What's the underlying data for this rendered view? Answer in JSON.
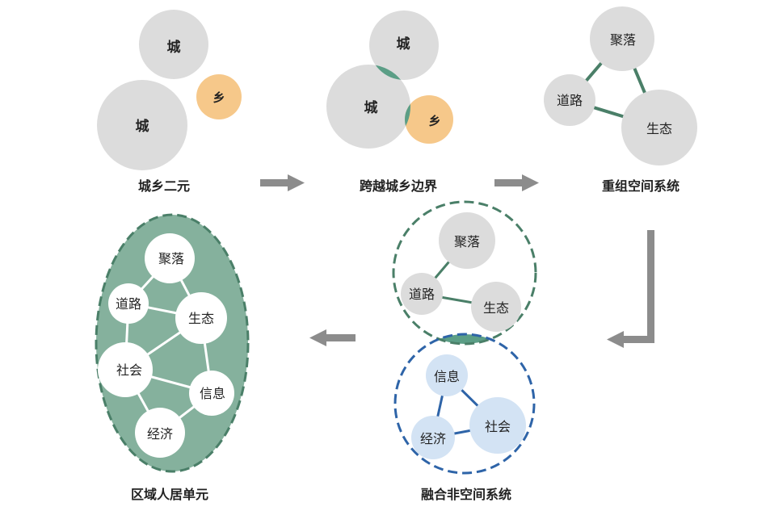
{
  "panel1": {
    "caption": "城乡二元",
    "city_top": "城",
    "city_big": "城",
    "village": "乡"
  },
  "panel2": {
    "caption": "跨越城乡边界",
    "city_top": "城",
    "city_big": "城",
    "village": "乡"
  },
  "panel3": {
    "caption": "重组空间系统",
    "settlement": "聚落",
    "road": "道路",
    "ecology": "生态"
  },
  "panel4": {
    "caption": "融合非空间系统",
    "settlement": "聚落",
    "road": "道路",
    "ecology": "生态",
    "information": "信息",
    "economy": "经济",
    "society": "社会"
  },
  "panel5": {
    "caption": "区域人居单元",
    "settlement": "聚落",
    "road": "道路",
    "ecology": "生态",
    "society": "社会",
    "information": "信息",
    "economy": "经济"
  },
  "colors": {
    "gray_circle": "#dcdcdc",
    "orange": "#f6c88a",
    "green": "#5b9e86",
    "green_fill": "#85b19d",
    "green_dashed": "#4a7f68",
    "blue_dashed": "#2e64a8",
    "blue_circle": "#d3e3f4",
    "arrow": "#8c8c8c"
  }
}
